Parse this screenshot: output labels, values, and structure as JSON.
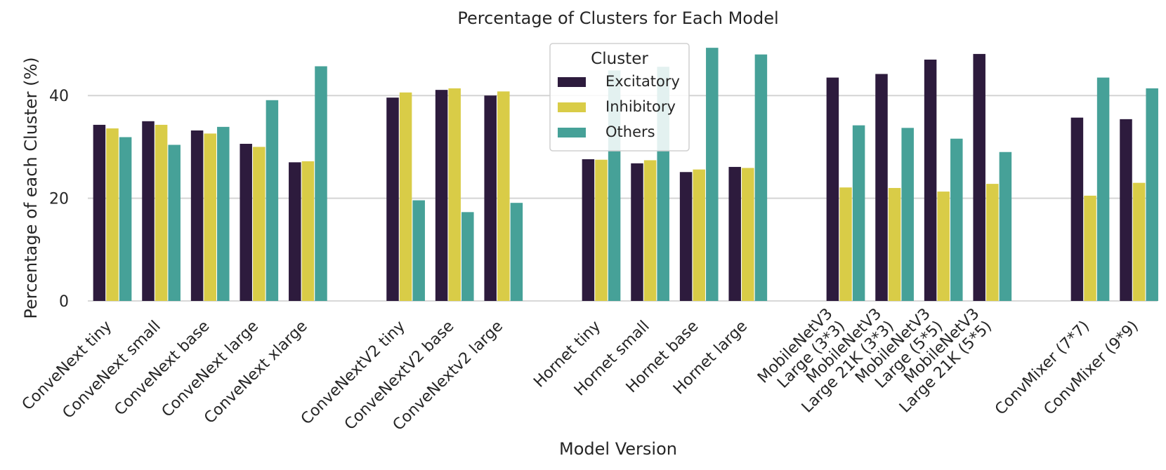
{
  "chart_data": {
    "type": "bar",
    "title": "Percentage of Clusters for Each Model",
    "xlabel": "Model Version",
    "ylabel": "Percentage of each Cluster (%)",
    "ylim": [
      0,
      50
    ],
    "yticks": [
      0,
      20,
      40
    ],
    "grid": "horizontal",
    "legend": {
      "title": "Cluster",
      "position": "top-center"
    },
    "groups": [
      [
        "ConveNext tiny",
        "ConveNext small",
        "ConveNext base",
        "ConveNext large",
        "ConveNext xlarge"
      ],
      [
        "ConveNextV2 tiny",
        "ConveNextV2 base",
        "ConveNextv2 large"
      ],
      [
        "Hornet tiny",
        "Hornet small",
        "Hornet base",
        "Hornet large"
      ],
      [
        "MobileNetV3\nLarge (3*3)",
        "MobileNetV3\nLarge 21K (3*3)",
        "MobileNetV3\nLarge (5*5)",
        "MobileNetV3\nLarge 21K (5*5)"
      ],
      [
        "ConvMixer (7*7)",
        "ConvMixer (9*9)"
      ]
    ],
    "series": [
      {
        "name": "Excitatory",
        "color": "#2d1b3d",
        "values": [
          34.3,
          35.0,
          33.2,
          30.6,
          27.0,
          39.6,
          41.1,
          40.0,
          27.6,
          26.8,
          25.1,
          26.1,
          43.5,
          44.2,
          47.0,
          48.1,
          35.7,
          35.4
        ]
      },
      {
        "name": "Inhibitory",
        "color": "#d9cc47",
        "values": [
          33.6,
          34.3,
          32.6,
          30.0,
          27.2,
          40.6,
          41.4,
          40.8,
          27.5,
          27.4,
          25.6,
          25.9,
          22.1,
          22.0,
          21.3,
          22.8,
          20.5,
          23.0
        ]
      },
      {
        "name": "Others",
        "color": "#46a198",
        "values": [
          31.9,
          30.4,
          33.9,
          39.1,
          45.7,
          19.6,
          17.3,
          19.1,
          44.9,
          45.6,
          49.3,
          48.0,
          34.2,
          33.7,
          31.6,
          29.0,
          43.5,
          41.4
        ]
      }
    ]
  }
}
